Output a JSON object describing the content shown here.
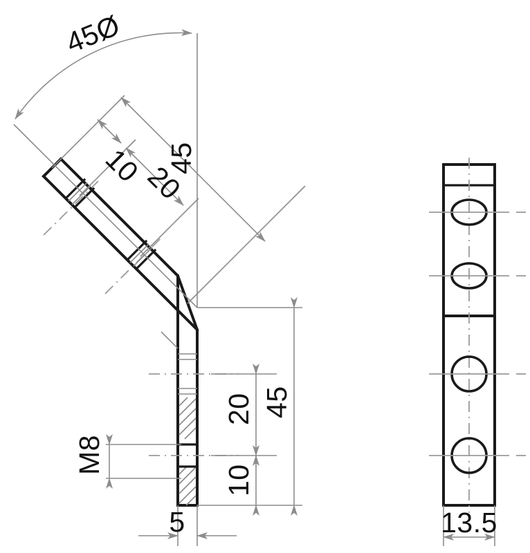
{
  "drawing": {
    "title": "Angled bracket 45 degree - orthographic technical drawing",
    "type": "engineering-drawing",
    "views": [
      {
        "name": "front-section-view",
        "position": "left"
      },
      {
        "name": "side-elevation-view",
        "position": "right"
      }
    ],
    "dimensions": {
      "angle": "45Ø",
      "diagonal_hole_1": "10",
      "diagonal_hole_2": "20",
      "diagonal_length": "45",
      "vertical_hole_1": "10",
      "vertical_hole_2": "20",
      "vertical_length": "45",
      "thickness": "5",
      "width": "13.5",
      "thread_callout": "M8"
    },
    "labels": {
      "angle_45": "45Ø",
      "diag_10": "10",
      "diag_20": "20",
      "diag_45": "45",
      "vert_10": "10",
      "vert_20": "20",
      "vert_45": "45",
      "thickness_5": "5",
      "width_135": "13.5",
      "thread_m8": "M8"
    },
    "colors": {
      "outline": "#1a1a1a",
      "dimension_line": "#8c8c8c",
      "centerline": "#9a9a9a",
      "background": "#ffffff",
      "text": "#111111"
    },
    "features": {
      "hole_count_total": 4,
      "holes_diagonal_arm": 2,
      "holes_vertical_arm": 2,
      "thread_spec": "M8",
      "plate_thickness_mm": 5,
      "plate_width_mm": 13.5,
      "arm_length_mm": 45,
      "bend_angle_deg": 45
    }
  }
}
